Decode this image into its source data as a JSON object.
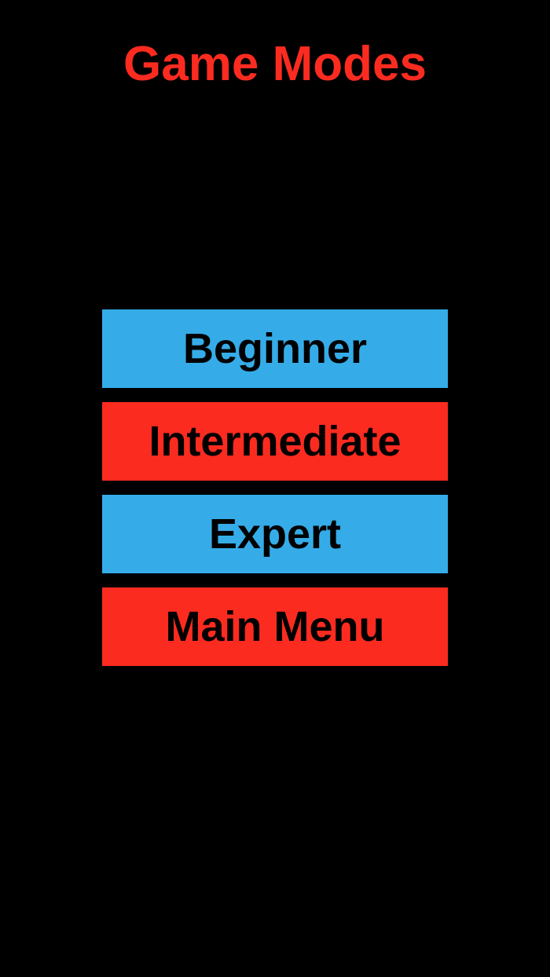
{
  "title": "Game Modes",
  "colors": {
    "background": "#000000",
    "title_text": "#FB2B20",
    "button_blue": "#35ACE8",
    "button_red": "#FB2B20",
    "button_text": "#000000"
  },
  "buttons": [
    {
      "label": "Beginner",
      "color": "#35ACE8"
    },
    {
      "label": "Intermediate",
      "color": "#FB2B20"
    },
    {
      "label": "Expert",
      "color": "#35ACE8"
    },
    {
      "label": "Main Menu",
      "color": "#FB2B20"
    }
  ]
}
